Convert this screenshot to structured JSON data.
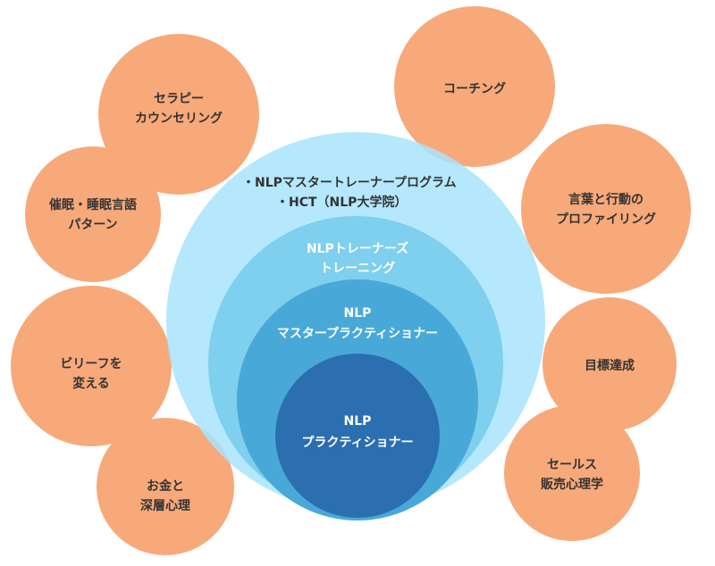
{
  "nested_levels": {
    "outer": {
      "line1": "・NLPマスタートレーナープログラム",
      "line2": "・HCT（NLP大学院）",
      "color": "#a8e4fb"
    },
    "trainers": {
      "line1": "NLPトレーナーズ",
      "line2": "トレーニング",
      "color": "#7fcfee"
    },
    "master": {
      "line1": "NLP",
      "line2": "マスタープラクティショナー",
      "color": "#48a9d8"
    },
    "practitioner": {
      "line1": "NLP",
      "line2": "プラクティショナー",
      "color": "#2b6fb0"
    }
  },
  "bubble_color": "#f7a97a",
  "bubbles": {
    "therapy": {
      "line1": "セラピー",
      "line2": "カウンセリング"
    },
    "hypnosis": {
      "line1": "催眠・睡眠言語",
      "line2": "パターン"
    },
    "belief": {
      "line1": "ビリーフを",
      "line2": "変える"
    },
    "money": {
      "line1": "お金と",
      "line2": "深層心理"
    },
    "coaching": {
      "line1": "コーチング"
    },
    "profiling": {
      "line1": "言葉と行動の",
      "line2": "プロファイリング"
    },
    "goal": {
      "line1": "目標達成"
    },
    "sales": {
      "line1": "セールス",
      "line2": "販売心理学"
    }
  }
}
